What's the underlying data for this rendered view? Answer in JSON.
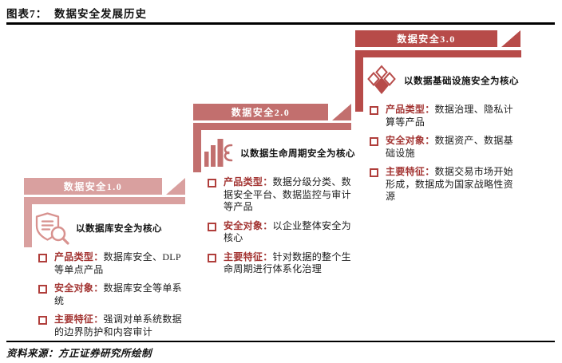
{
  "page": {
    "title": "图表7：  数据安全发展历史",
    "source": "资料来源：方正证券研究所绘制"
  },
  "colors": {
    "rule": "#000000",
    "bullet_label": "#A33533",
    "bullet_marker_border": "#B03E3B"
  },
  "stages": [
    {
      "banner": "数据安全1.0",
      "color": "#D9A09F",
      "icon_color": "#D8928F",
      "icon": "shield-search-icon",
      "heading": "以数据库安全为核心",
      "bullets": [
        {
          "label": "产品类型：",
          "text": "数据库安全、DLP等单点产品"
        },
        {
          "label": "安全对象：",
          "text": "数据库安全等单系统"
        },
        {
          "label": "主要特征：",
          "text": "强调对单系统数据的边界防护和内容审计"
        }
      ]
    },
    {
      "banner": "数据安全2.0",
      "color": "#C26F6E",
      "icon_color": "#C26F6E",
      "icon": "data-lifecycle-bars-icon",
      "heading": "以数据生命周期安全为核心",
      "bullets": [
        {
          "label": "产品类型：",
          "text": "数据分级分类、数据安全平台、数据监控与审计等产品"
        },
        {
          "label": "安全对象：",
          "text": "以企业整体安全为核心"
        },
        {
          "label": "主要特征：",
          "text": "针对数据的整个生命周期进行体系化治理"
        }
      ]
    },
    {
      "banner": "数据安全3.0",
      "color": "#B74B49",
      "icon_color": "#B74B49",
      "icon": "data-cube-icon",
      "heading": "以数据基础设施安全为核心",
      "bullets": [
        {
          "label": "产品类型：",
          "text": "数据治理、隐私计算等产品"
        },
        {
          "label": "安全对象：",
          "text": "数据资产、数据基础设施"
        },
        {
          "label": "主要特征：",
          "text": "数据交易市场开始形成，数据成为国家战略性资源"
        }
      ]
    }
  ]
}
